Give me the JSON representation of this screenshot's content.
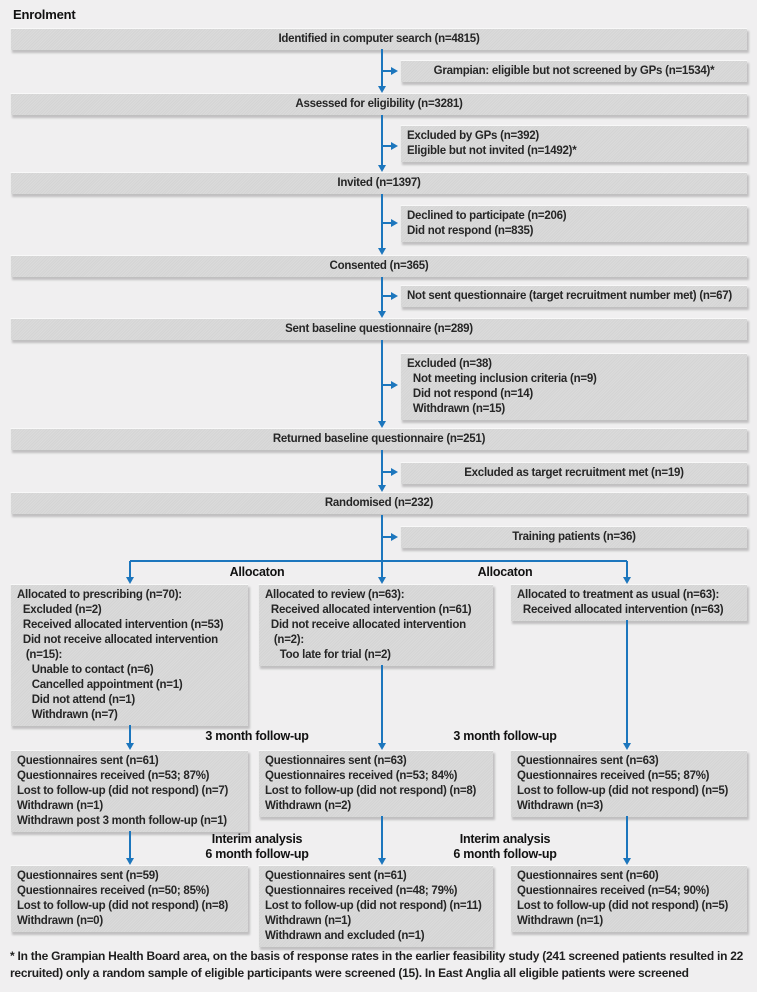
{
  "title": "Enrolment",
  "colors": {
    "background": "#f0eff0",
    "box_fill": "#d7d7d7",
    "box_shadow": "#b5b5b5",
    "arrow": "#1c76bd",
    "text": "#262626"
  },
  "main_boxes": [
    "Identified in computer search (n=4815)",
    "Assessed for eligibility (n=3281)",
    "Invited (n=1397)",
    "Consented (n=365)",
    "Sent baseline questionnaire (n=289)",
    "Returned baseline questionnaire (n=251)",
    "Randomised (n=232)"
  ],
  "side_boxes": [
    {
      "lines": [
        "Grampian: eligible but not screened by GPs (n=1534)*"
      ]
    },
    {
      "lines": [
        "Excluded by GPs (n=392)",
        "Eligible but not invited (n=1492)*"
      ]
    },
    {
      "lines": [
        "Declined to participate (n=206)",
        "Did not respond (n=835)"
      ]
    },
    {
      "lines": [
        "Not sent questionnaire (target recruitment number met) (n=67)"
      ]
    },
    {
      "lines": [
        "Excluded (n=38)",
        "  Not meeting inclusion criteria (n=9)",
        "  Did not respond (n=14)",
        "  Withdrawn (n=15)"
      ]
    },
    {
      "lines": [
        "Excluded as target recruitment met (n=19)"
      ]
    },
    {
      "lines": [
        "Training patients (n=36)"
      ]
    }
  ],
  "stage_labels": {
    "allocation": "Allocaton",
    "followup3": "3 month follow-up",
    "interim": "Interim analysis",
    "followup6": "6 month follow-up"
  },
  "allocation_boxes": [
    {
      "lines": [
        "Allocated to prescribing (n=70):",
        "  Excluded (n=2)",
        "  Received allocated intervention (n=53)",
        "  Did not receive allocated intervention",
        "   (n=15):",
        "     Unable to contact (n=6)",
        "     Cancelled appointment (n=1)",
        "     Did not attend (n=1)",
        "     Withdrawn (n=7)"
      ]
    },
    {
      "lines": [
        "Allocated to review (n=63):",
        "  Received allocated intervention (n=61)",
        "  Did not receive allocated intervention",
        "   (n=2):",
        "     Too late for trial (n=2)"
      ]
    },
    {
      "lines": [
        "Allocated to treatment as usual (n=63):",
        "  Received allocated intervention (n=63)"
      ]
    }
  ],
  "three_month_boxes": [
    {
      "lines": [
        "Questionnaires sent (n=61)",
        "Questionnaires received (n=53; 87%)",
        "Lost to follow-up (did not respond) (n=7)",
        "Withdrawn (n=1)",
        "Withdrawn post 3 month follow-up (n=1)"
      ]
    },
    {
      "lines": [
        "Questionnaires sent (n=63)",
        "Questionnaires received (n=53; 84%)",
        "Lost to follow-up (did not respond) (n=8)",
        "Withdrawn (n=2)"
      ]
    },
    {
      "lines": [
        "Questionnaires sent (n=63)",
        "Questionnaires received (n=55; 87%)",
        "Lost to follow-up (did not respond) (n=5)",
        "Withdrawn (n=3)"
      ]
    }
  ],
  "six_month_boxes": [
    {
      "lines": [
        "Questionnaires sent (n=59)",
        "Questionnaires received (n=50; 85%)",
        "Lost to follow-up (did not respond) (n=8)",
        "Withdrawn (n=0)"
      ]
    },
    {
      "lines": [
        "Questionnaires sent (n=61)",
        "Questionnaires received (n=48; 79%)",
        "Lost to follow-up (did not respond) (n=11)",
        "Withdrawn (n=1)",
        "Withdrawn and excluded (n=1)"
      ]
    },
    {
      "lines": [
        "Questionnaires sent (n=60)",
        "Questionnaires received (n=54; 90%)",
        "Lost to follow-up (did not respond) (n=5)",
        "Withdrawn (n=1)"
      ]
    }
  ],
  "footnote": "* In the Grampian Health Board area, on the basis of response rates in the earlier feasibility study (241 screened patients resulted in 22 recruited) only a random sample of eligible participants were screened (15). In East Anglia all eligible patients were screened"
}
